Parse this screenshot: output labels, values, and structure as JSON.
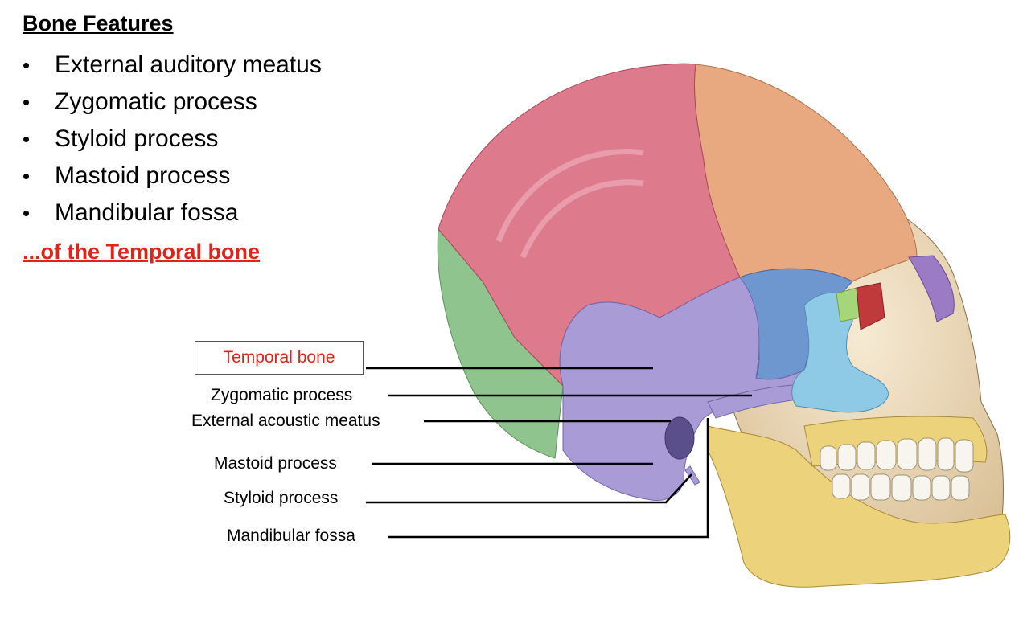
{
  "heading": "Bone Features",
  "features": [
    "External auditory meatus",
    "Zygomatic process",
    "Styloid process",
    "Mastoid process",
    "Mandibular fossa"
  ],
  "subheading": "...of the Temporal bone",
  "diagram": {
    "callouts": {
      "temporal_bone": "Temporal bone",
      "zygomatic_process": "Zygomatic process",
      "external_acoustic_meatus": "External acoustic meatus",
      "mastoid_process": "Mastoid process",
      "styloid_process": "Styloid process",
      "mandibular_fossa": "Mandibular fossa"
    },
    "colors": {
      "accent_red": "#e0231b",
      "parietal": "#dd7a8c",
      "frontal": "#e8a880",
      "temporal": "#a89bd6",
      "occipital": "#8fc48f",
      "sphenoid": "#6f97cf",
      "zygomatic": "#8ecae6",
      "ethmoid": "#a5d67a",
      "lacrimal": "#c0393b",
      "nasal": "#9b7bc4",
      "maxilla_mandible": "#ecd27a",
      "face": "#efdcbd"
    }
  }
}
